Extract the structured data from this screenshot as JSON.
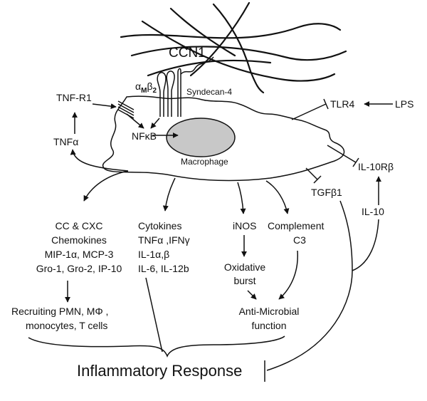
{
  "labels": {
    "ccn1": "CCN1",
    "integrin_alpha": "α",
    "integrin_m": "M",
    "integrin_beta": "β",
    "integrin_2": "2",
    "syndecan": "Syndecan-4",
    "tnfr1": "TNF-R1",
    "tnfa": "TNFα",
    "nfkb": "NFκB",
    "macrophage": "Macrophage",
    "tlr4": "TLR4",
    "lps": "LPS",
    "il10r": "IL-10Rβ",
    "tgfb1": "TGFβ1",
    "il10": "IL-10",
    "chemokines": [
      "CC & CXC",
      "Chemokines",
      "MIP-1α, MCP-3",
      "Gro-1, Gro-2, IP-10"
    ],
    "cytokines": [
      "Cytokines",
      "TNFα ,IFNγ",
      "IL-1α,β",
      "IL-6, IL-12b"
    ],
    "inos": "iNOS",
    "complement": [
      "Complement",
      "C3"
    ],
    "oxidative": [
      "Oxidative",
      "burst"
    ],
    "recruiting": [
      "Recruiting PMN, MΦ ,",
      "monocytes, T cells"
    ],
    "antimicrobial": [
      "Anti-Microbial",
      "function"
    ],
    "response": "Inflammatory Response"
  },
  "colors": {
    "stroke": "#111111",
    "nucleus_fill": "#c8c8c8"
  }
}
